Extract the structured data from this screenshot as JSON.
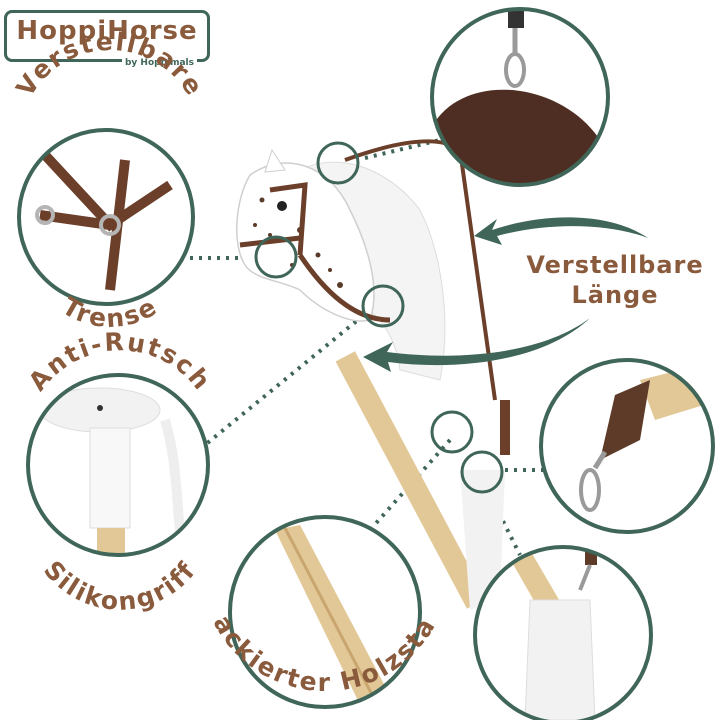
{
  "brand": {
    "name": "HoppiHorse",
    "byline": "by Hoppimals",
    "primary_color": "#8a5a3c",
    "accent_color": "#3f6658"
  },
  "features": {
    "bridle_top": "Verstellbare",
    "bridle_bottom": "Trense",
    "length_line1": "Verstellbare",
    "length_line2": "Länge",
    "grip_top": "Anti-Rutsch",
    "grip_bottom": "Silikongriff",
    "stick": "Lackierter Holzstab"
  }
}
